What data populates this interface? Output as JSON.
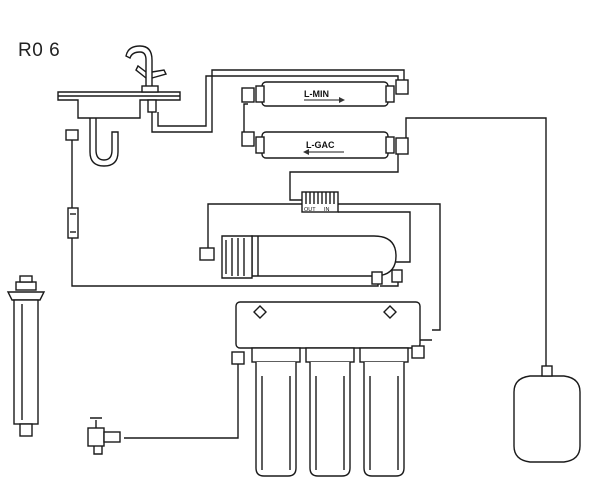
{
  "diagram": {
    "model": "R0 6",
    "cartridges": {
      "mineral": {
        "label": "L-MIN"
      },
      "gac": {
        "label": "L-GAC"
      }
    },
    "flow_restrictor": {
      "out_label": "OUT",
      "in_label": "IN"
    }
  }
}
